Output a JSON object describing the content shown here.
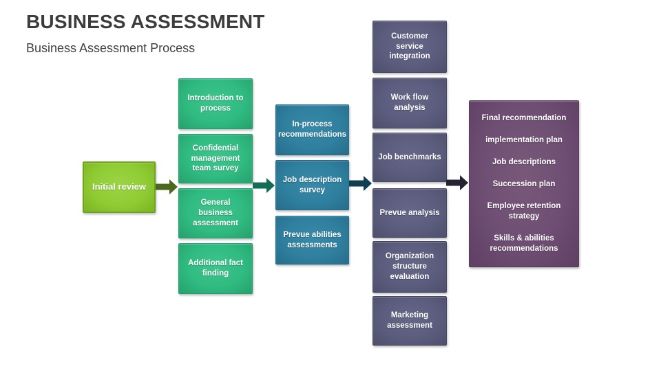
{
  "header": {
    "title": "BUSINESS ASSESSMENT",
    "subtitle": "Business Assessment Process"
  },
  "stages": [
    {
      "name": "initial-review",
      "fill": "#8FCC33",
      "border": "#6FA21F",
      "items": [
        "Initial review"
      ]
    },
    {
      "name": "preparation",
      "fill": "#2FBB81",
      "border": "#1C9F69",
      "items": [
        "Introduction to process",
        "Confidential management team survey",
        "General business assessment",
        "Additional fact finding"
      ]
    },
    {
      "name": "surveys",
      "fill": "#2F7F9F",
      "border": "#1F6A88",
      "items": [
        "In-process recommendations",
        "Job description survey",
        "Prevue abilities assessments"
      ]
    },
    {
      "name": "analysis",
      "fill": "#5C5C7E",
      "border": "#474763",
      "items": [
        "Customer service integration",
        "Work flow analysis",
        "Job benchmarks",
        "Prevue analysis",
        "Organization structure evaluation",
        "Marketing assessment"
      ]
    },
    {
      "name": "final-deliverables",
      "fill": "#6E4E73",
      "border": "#56395C",
      "items": [
        "Final recommendation",
        "implementation plan",
        "Job descriptions",
        "Succession plan",
        "Employee retention strategy",
        "Skills & abilities recommendations"
      ]
    }
  ],
  "arrows": [
    {
      "name": "arrow-1",
      "color": "#4C681C"
    },
    {
      "name": "arrow-2",
      "color": "#156C54"
    },
    {
      "name": "arrow-3",
      "color": "#123E52"
    },
    {
      "name": "arrow-4",
      "color": "#242432"
    }
  ],
  "colors": {
    "background": "#FFFFFF",
    "title_text": "#3C3C3C",
    "box_text": "#FFFFFF"
  }
}
